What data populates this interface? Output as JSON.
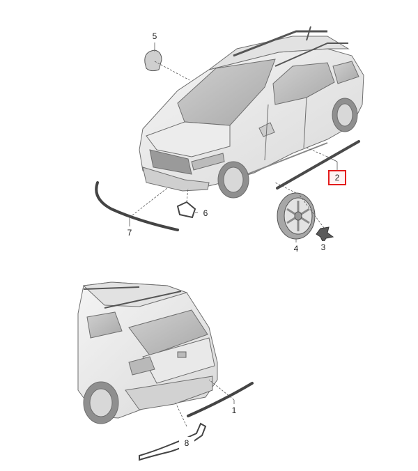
{
  "diagram": {
    "callouts": [
      {
        "id": "c1",
        "label": "1"
      },
      {
        "id": "c2",
        "label": "2",
        "highlighted": true
      },
      {
        "id": "c3",
        "label": "3"
      },
      {
        "id": "c4",
        "label": "4"
      },
      {
        "id": "c5",
        "label": "5"
      },
      {
        "id": "c6",
        "label": "6"
      },
      {
        "id": "c7",
        "label": "7"
      },
      {
        "id": "c8",
        "label": "8"
      }
    ],
    "highlight_color": "#e31b1b",
    "line_color": "#555555"
  }
}
